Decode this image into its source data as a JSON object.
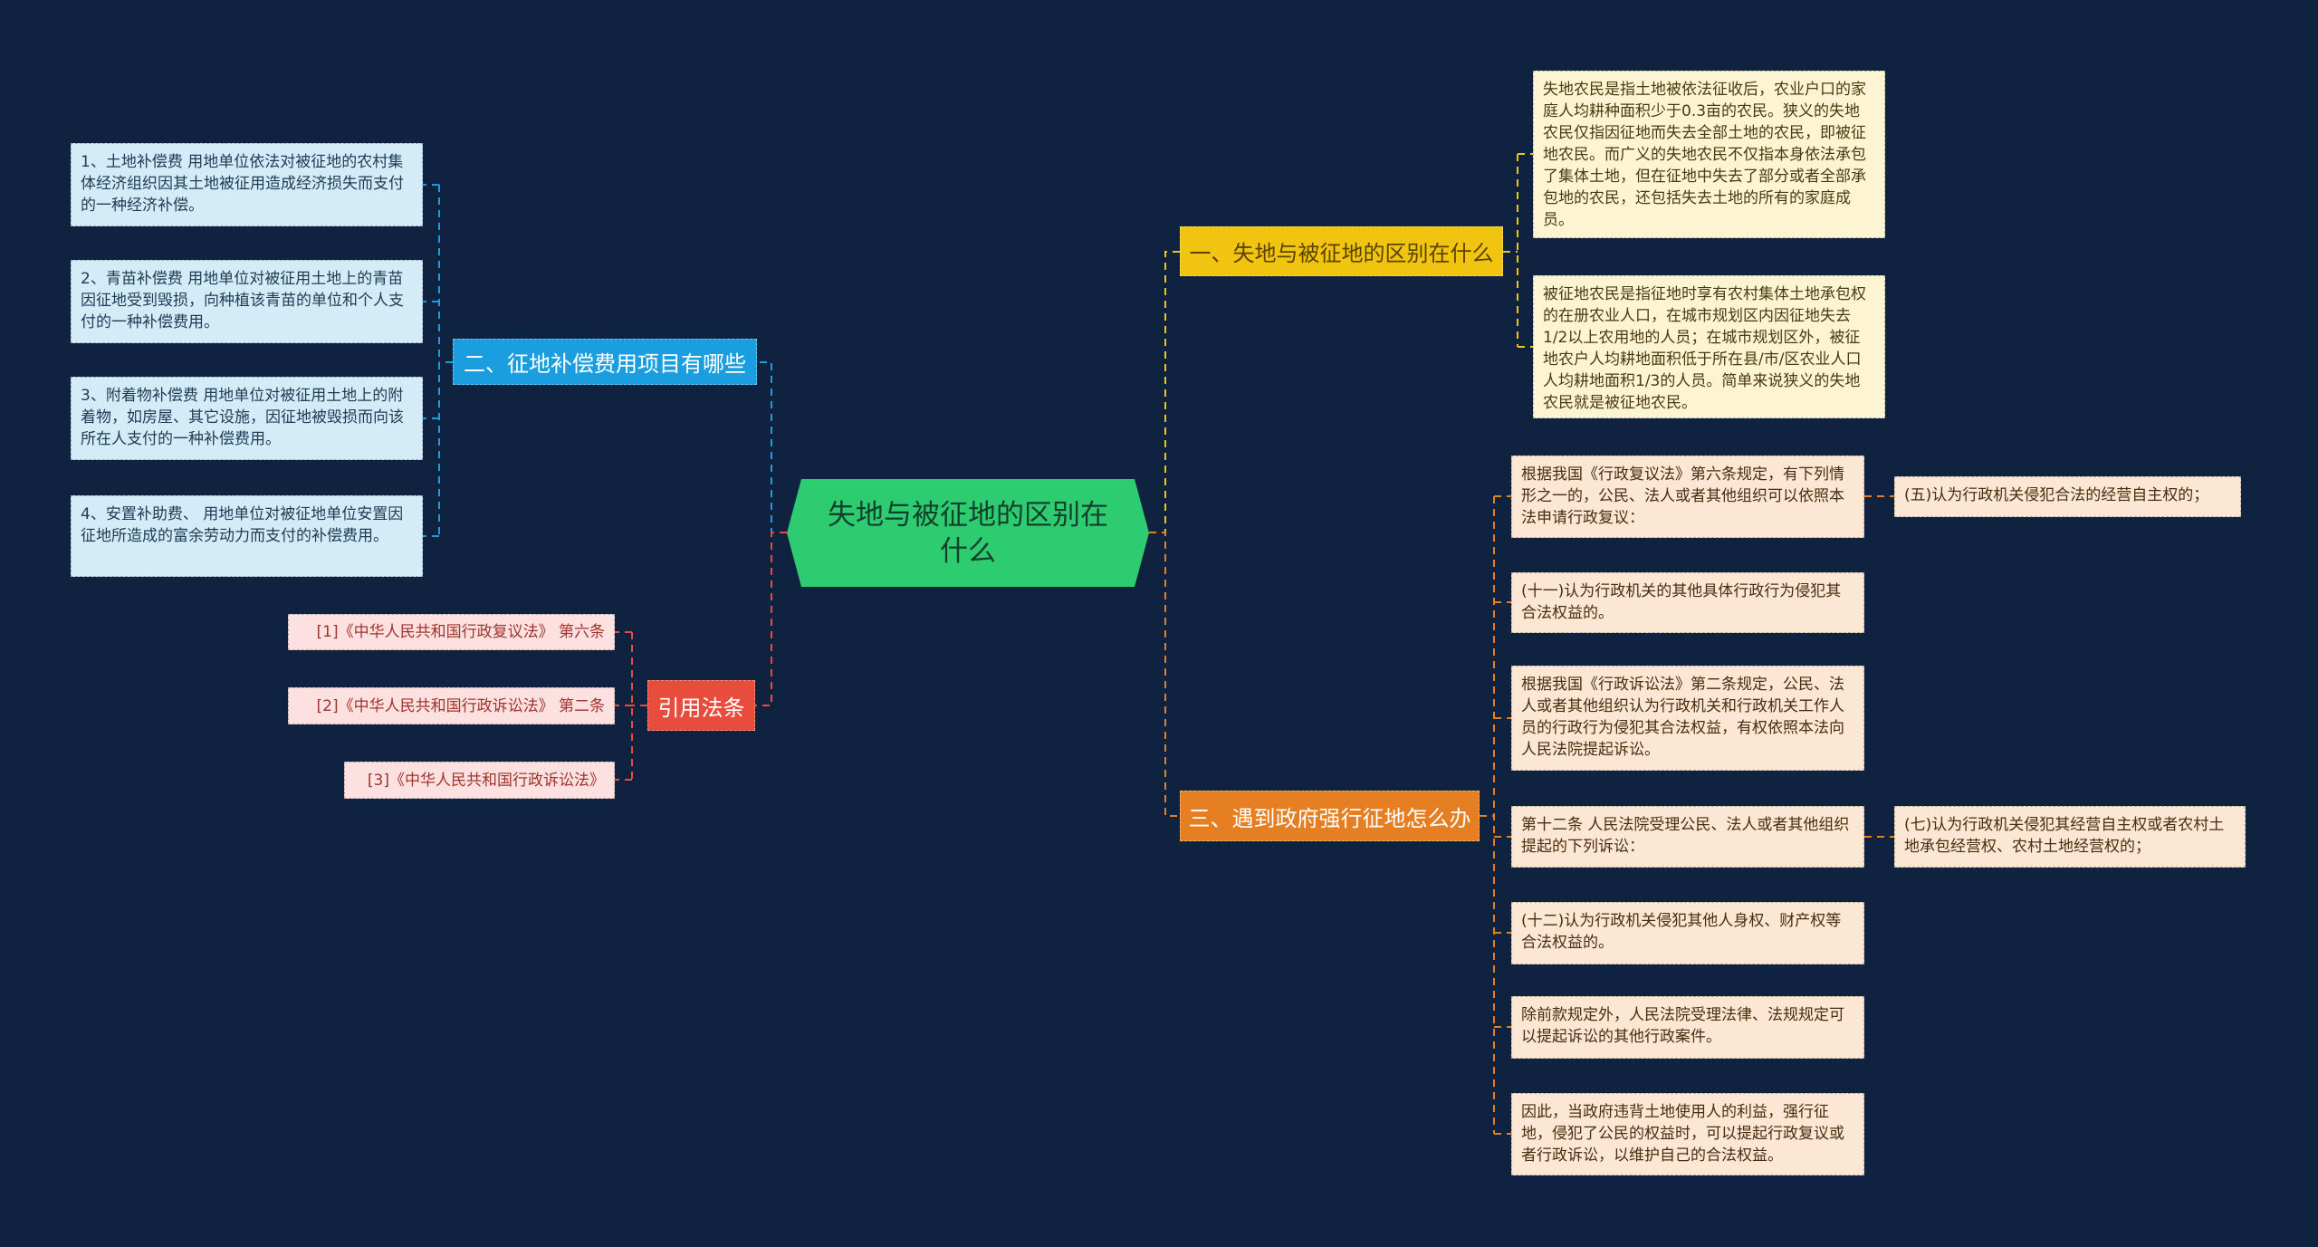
{
  "center": {
    "title": "失地与被征地的区别在什么"
  },
  "branch_two": {
    "title": "二、征地补偿费用项目有哪些",
    "items": [
      "1、土地补偿费 用地单位依法对被征地的农村集体经济组织因其土地被征用造成经济损失而支付的一种经济补偿。",
      "2、青苗补偿费 用地单位对被征用土地上的青苗因征地受到毁损，向种植该青苗的单位和个人支付的一种补偿费用。",
      "3、附着物补偿费 用地单位对被征用土地上的附着物，如房屋、其它设施，因征地被毁损而向该所在人支付的一种补偿费用。",
      "4、安置补助费、 用地单位对被征地单位安置因征地所造成的富余劳动力而支付的补偿费用。"
    ]
  },
  "branch_refs": {
    "title": "引用法条",
    "items": [
      "[1]《中华人民共和国行政复议法》 第六条",
      "[2]《中华人民共和国行政诉讼法》 第二条",
      "[3]《中华人民共和国行政诉讼法》"
    ]
  },
  "branch_one": {
    "title": "一、失地与被征地的区别在什么",
    "items": [
      "失地农民是指土地被依法征收后，农业户口的家庭人均耕种面积少于0.3亩的农民。狭义的失地农民仅指因征地而失去全部土地的农民，即被征地农民。而广义的失地农民不仅指本身依法承包了集体土地，但在征地中失去了部分或者全部承包地的农民，还包括失去土地的所有的家庭成员。",
      "被征地农民是指征地时享有农村集体土地承包权的在册农业人口，在城市规划区内因征地失去1/2以上农用地的人员；在城市规划区外，被征地农户人均耕地面积低于所在县/市/区农业人口人均耕地面积1/3的人员。简单来说狭义的失地农民就是被征地农民。"
    ]
  },
  "branch_three": {
    "title": "三、遇到政府强行征地怎么办",
    "items": [
      "根据我国《行政复议法》第六条规定，有下列情形之一的，公民、法人或者其他组织可以依照本法申请行政复议：",
      "(十一)认为行政机关的其他具体行政行为侵犯其合法权益的。",
      "根据我国《行政诉讼法》第二条规定，公民、法人或者其他组织认为行政机关和行政机关工作人员的行政行为侵犯其合法权益，有权依照本法向人民法院提起诉讼。",
      "第十二条 人民法院受理公民、法人或者其他组织提起的下列诉讼：",
      "(十二)认为行政机关侵犯其他人身权、财产权等合法权益的。",
      "除前款规定外，人民法院受理法律、法规规定可以提起诉讼的其他行政案件。",
      "因此，当政府违背土地使用人的利益，强行征地，侵犯了公民的权益时，可以提起行政复议或者行政诉讼，以维护自己的合法权益。"
    ],
    "sub_five": "(五)认为行政机关侵犯合法的经营自主权的；",
    "sub_seven": "(七)认为行政机关侵犯其经营自主权或者农村土地承包经营权、农村土地经营权的；"
  },
  "colors": {
    "background": "#0f2340",
    "center": "#2ecc71",
    "blue": "#1a9ee0",
    "red": "#e74c3c",
    "yellow": "#f1c40f",
    "orange": "#e67e22"
  }
}
